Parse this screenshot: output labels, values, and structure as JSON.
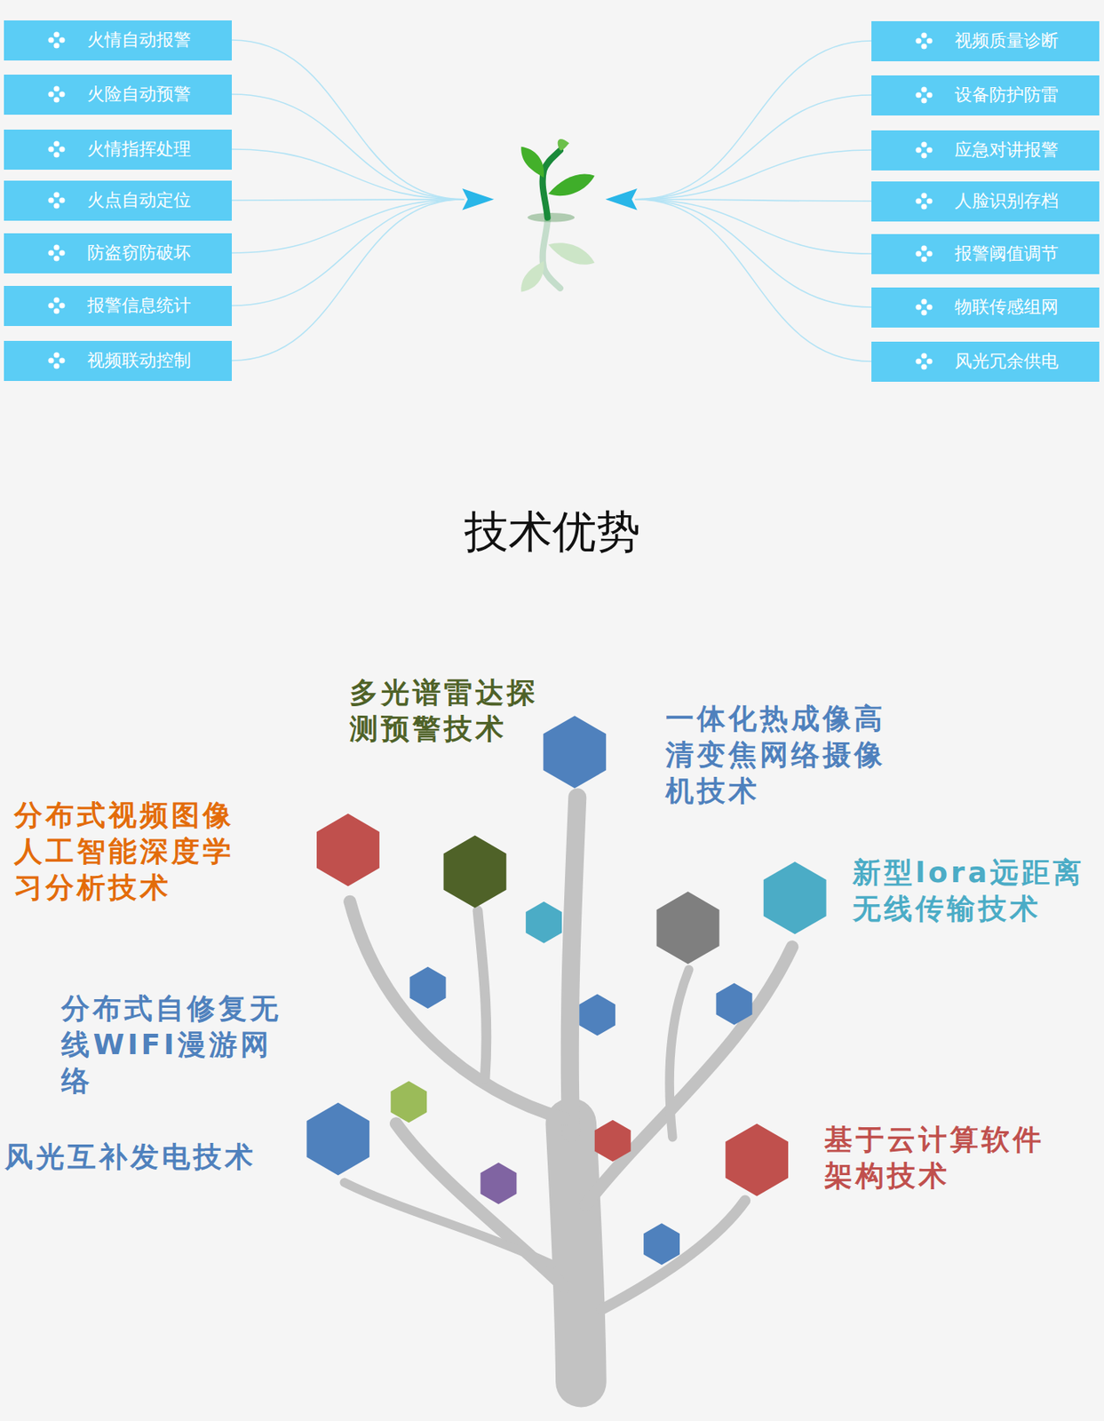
{
  "diagram": {
    "title": "技术优势",
    "nodes": [
      {
        "text": [
          "火情自动报警"
        ]
      },
      {
        "text": [
          "火险自动预警"
        ]
      },
      {
        "text": [
          "火情指挥处理"
        ]
      },
      {
        "text": [
          "火点自动定位"
        ]
      },
      {
        "text": [
          "防盗窃防破坏"
        ]
      },
      {
        "text": [
          "报警信息统计"
        ]
      },
      {
        "text": [
          "视频联动控制"
        ]
      },
      {
        "text": [
          "视频质量诊断"
        ]
      },
      {
        "text": [
          "设备防护防雷"
        ]
      },
      {
        "text": [
          "应急对讲报警"
        ]
      },
      {
        "text": [
          "人脸识别存档"
        ]
      },
      {
        "text": [
          "报警阈值调节"
        ]
      },
      {
        "text": [
          "物联传感组网"
        ]
      },
      {
        "text": [
          "风光冗余供电"
        ]
      }
    ],
    "labels": [
      "多光谱雷达探测预警技术",
      "一体化热成像高清变焦网络摄像机技术",
      "分布式视频图像人工智能深度学习分析技术",
      "新型lora远距离无线传输技术",
      "分布式自修复无线WIFI漫游网络",
      "风光互补发电技术",
      "基于云计算软件架构技术"
    ]
  }
}
